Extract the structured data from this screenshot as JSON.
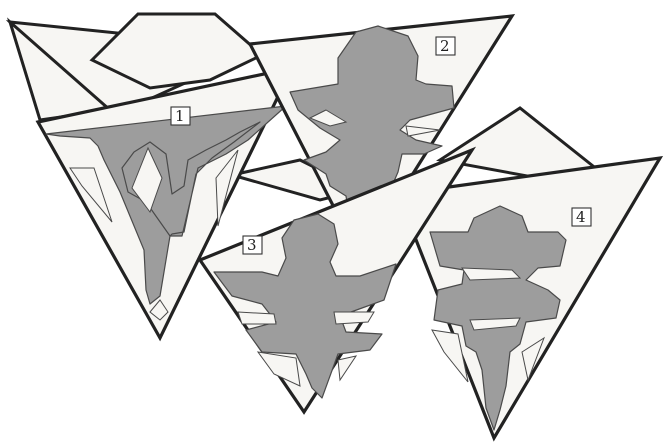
{
  "figure": {
    "background": "#ffffff",
    "paper_color": "#f7f6f3",
    "cut_color": "#9d9d9d",
    "line_color": "#222222"
  },
  "pieces": [
    {
      "id": "1",
      "label": "1"
    },
    {
      "id": "2",
      "label": "2"
    },
    {
      "id": "3",
      "label": "3"
    },
    {
      "id": "4",
      "label": "4"
    }
  ]
}
